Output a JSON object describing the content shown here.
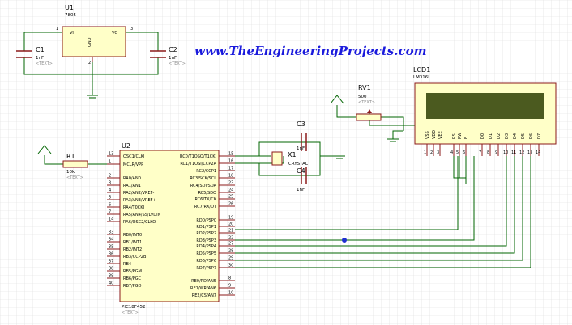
{
  "watermark": "www.TheEngineeringProjects.com",
  "placeholder": "<TEXT>",
  "colors": {
    "wire": "#006400",
    "body": "#8b1a1a",
    "lcd_screen": "#4b5a1f",
    "grid": "#dcdcdc",
    "junction": "#1e2fd0",
    "watermark": "#1a1adc"
  },
  "u1": {
    "ref": "U1",
    "value": "7805",
    "pin_vi": "VI",
    "pin_vo": "VO",
    "pin_gnd": "GND",
    "pin1": "1",
    "pin2": "2",
    "pin3": "3"
  },
  "c1": {
    "ref": "C1",
    "value": "1nF"
  },
  "c2": {
    "ref": "C2",
    "value": "1nF"
  },
  "c3": {
    "ref": "C3",
    "value": "1nF"
  },
  "c4": {
    "ref": "C4",
    "value": "1nF"
  },
  "x1": {
    "ref": "X1",
    "value": "CRYSTAL"
  },
  "r1": {
    "ref": "R1",
    "value": "10k"
  },
  "rv1": {
    "ref": "RV1",
    "value": "500"
  },
  "lcd": {
    "ref": "LCD1",
    "value": "LM016L",
    "pins": [
      {
        "name": "VSS",
        "num": "1"
      },
      {
        "name": "VDD",
        "num": "2"
      },
      {
        "name": "VEE",
        "num": "3"
      },
      {
        "name": "RS",
        "num": "4"
      },
      {
        "name": "RW",
        "num": "5"
      },
      {
        "name": "E",
        "num": "6"
      },
      {
        "name": "D0",
        "num": "7"
      },
      {
        "name": "D1",
        "num": "8"
      },
      {
        "name": "D2",
        "num": "9"
      },
      {
        "name": "D3",
        "num": "10"
      },
      {
        "name": "D4",
        "num": "11"
      },
      {
        "name": "D5",
        "num": "12"
      },
      {
        "name": "D6",
        "num": "13"
      },
      {
        "name": "D7",
        "num": "14"
      }
    ]
  },
  "u2": {
    "ref": "U2",
    "value": "PIC18F452",
    "left_pins": [
      {
        "name": "OSC1/CLKI",
        "num": "13"
      },
      {
        "name": "MCLR/VPP",
        "num": "1"
      },
      {
        "name": "RA0/AN0",
        "num": "2"
      },
      {
        "name": "RA1/AN1",
        "num": "3"
      },
      {
        "name": "RA2/AN2/VREF-",
        "num": "4"
      },
      {
        "name": "RA3/AN3/VREF+",
        "num": "5"
      },
      {
        "name": "RA4/T0CKI",
        "num": "6"
      },
      {
        "name": "RA5/AN4/SS/LVDIN",
        "num": "7"
      },
      {
        "name": "RA6/OSC2/CLKO",
        "num": "14"
      },
      {
        "name": "RB0/INT0",
        "num": "33"
      },
      {
        "name": "RB1/INT1",
        "num": "34"
      },
      {
        "name": "RB2/INT2",
        "num": "35"
      },
      {
        "name": "RB3/CCP2B",
        "num": "36"
      },
      {
        "name": "RB4",
        "num": "37"
      },
      {
        "name": "RB5/PGM",
        "num": "38"
      },
      {
        "name": "RB6/PGC",
        "num": "39"
      },
      {
        "name": "RB7/PGD",
        "num": "40"
      }
    ],
    "right_pins": [
      {
        "name": "RC0/T1OSO/T1CKI",
        "num": "15"
      },
      {
        "name": "RC1/T1OSI/CCP2A",
        "num": "16"
      },
      {
        "name": "RC2/CCP1",
        "num": "17"
      },
      {
        "name": "RC3/SCK/SCL",
        "num": "18"
      },
      {
        "name": "RC4/SDI/SDA",
        "num": "23"
      },
      {
        "name": "RC5/SDO",
        "num": "24"
      },
      {
        "name": "RC6/TX/CK",
        "num": "25"
      },
      {
        "name": "RC7/RX/DT",
        "num": "26"
      },
      {
        "name": "RD0/PSP0",
        "num": "19"
      },
      {
        "name": "RD1/PSP1",
        "num": "20"
      },
      {
        "name": "RD2/PSP2",
        "num": "21"
      },
      {
        "name": "RD3/PSP3",
        "num": "22"
      },
      {
        "name": "RD4/PSP4",
        "num": "27"
      },
      {
        "name": "RD5/PSP5",
        "num": "28"
      },
      {
        "name": "RD6/PSP6",
        "num": "29"
      },
      {
        "name": "RD7/PSP7",
        "num": "30"
      },
      {
        "name": "RE0/RD/AN5",
        "num": "8"
      },
      {
        "name": "RE1/WR/AN6",
        "num": "9"
      },
      {
        "name": "RE2/CS/AN7",
        "num": "10"
      }
    ]
  }
}
